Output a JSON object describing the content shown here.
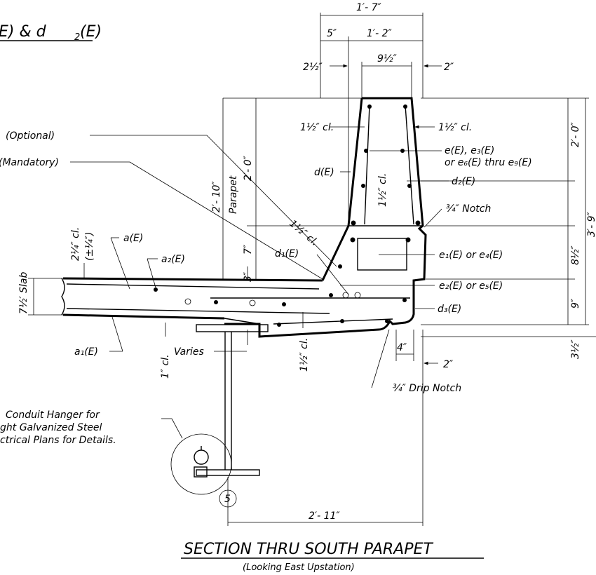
{
  "header_fragment": "E) & d",
  "header_sub": "2",
  "header_end": "(E)",
  "dims": {
    "top_1_7": "1′- 7″",
    "five": "5″",
    "one_two": "1′- 2″",
    "two_half": "2½″",
    "nine_half": "9½″",
    "two_top": "2″",
    "two_ten": "2′- 10″",
    "two_zero_mid": "2′- 0″",
    "two_zero_right": "2′- 0″",
    "three_nine": "3′- 9″",
    "eight_half": "8½″",
    "nine": "9″",
    "three_half": "3½″",
    "seven": "7″",
    "three": "3″",
    "four": "4″",
    "two_bottom": "2″",
    "two_eleven": "2′- 11″",
    "one_cl": "1″ cl.",
    "one_half_cl_bottom": "1½″ cl.",
    "one_half_cl_diag": "1½″ cl.",
    "one_half_cl_center": "1½″ cl.",
    "two_quarter_cl": "2¼″ cl.",
    "plus_minus_quarter": "(±¼″)",
    "slab": "7½′ Slab",
    "parapet": "Parapet"
  },
  "labels": {
    "optional": "(Optional)",
    "mandatory": "(Mandatory)",
    "cl_left": "1½″ cl.",
    "cl_right": "1½″ cl.",
    "e_bars": "e(E), e₃(E)",
    "e_bars_2": "or e₆(E) thru e₉(E)",
    "d_e": "d(E)",
    "d2_e": "d₂(E)",
    "notch": "¾″ Notch",
    "a_e": "a(E)",
    "a2_e": "a₂(E)",
    "d1_e": "d₁(E)",
    "e1_e": "e₁(E) or e₄(E)",
    "e2_e": "e₂(E) or e₅(E)",
    "d3_e": "d₃(E)",
    "a1_e": "a₁(E)",
    "varies": "Varies",
    "drip_notch": "¾″ Drip Notch",
    "girder_mark": "5"
  },
  "note": {
    "line1": "Conduit Hanger for",
    "line2": "ght Galvanized Steel",
    "line3": "ctrical Plans for Details."
  },
  "title": "SECTION THRU SOUTH PARAPET",
  "subtitle": "(Looking East Upstation)"
}
